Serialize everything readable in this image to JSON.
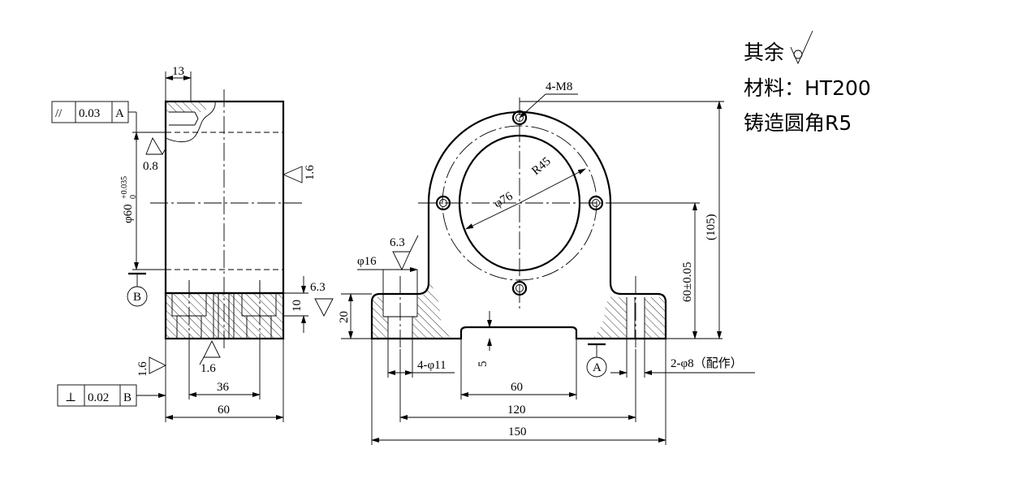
{
  "notes": {
    "other_roughness": "其余",
    "material": "材料：HT200",
    "fillet": "铸造圆角R5"
  },
  "side_view": {
    "dim_13": "13",
    "dim_phi60": "φ60",
    "tol_upper": "+0.035",
    "tol_lower": "0",
    "rough_08": "0.8",
    "rough_16_right": "1.6",
    "rough_63": "6.3",
    "dim_10": "10",
    "rough_16_bottom": "1.6",
    "rough_16_left": "1.6",
    "dim_36": "36",
    "dim_60": "60",
    "datum_b": "B",
    "fcf_parallel": {
      "symbol": "//",
      "value": "0.03",
      "datum": "A"
    },
    "fcf_perp": {
      "symbol": "⊥",
      "value": "0.02",
      "datum": "B"
    }
  },
  "front_view": {
    "label_4m8": "4-M8",
    "label_r45": "R45",
    "label_phi76": "φ76",
    "label_phi16": "φ16",
    "rough_63": "6.3",
    "dim_20": "20",
    "dim_4phi11": "4-φ11",
    "dim_5": "5",
    "dim_60": "60",
    "dim_120": "120",
    "dim_150": "150",
    "dim_60tol": "60±0.05",
    "dim_105": "(105)",
    "datum_a": "A",
    "dim_2phi8": "2-φ8（配作）"
  }
}
